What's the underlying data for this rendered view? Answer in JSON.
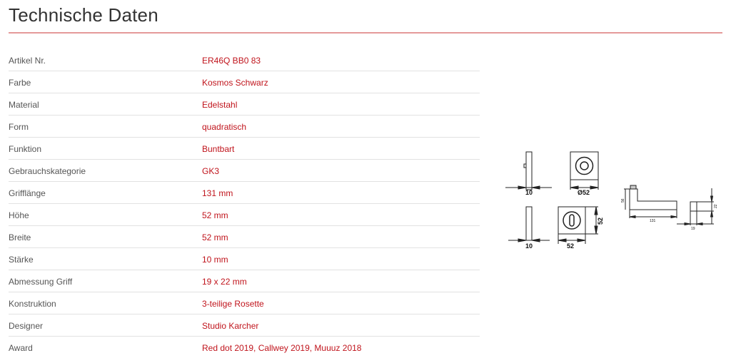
{
  "header": {
    "title": "Technische Daten"
  },
  "specs": [
    {
      "label": "Artikel Nr.",
      "value": "ER46Q BB0 83"
    },
    {
      "label": "Farbe",
      "value": "Kosmos Schwarz"
    },
    {
      "label": "Material",
      "value": "Edelstahl"
    },
    {
      "label": "Form",
      "value": "quadratisch"
    },
    {
      "label": "Funktion",
      "value": "Buntbart"
    },
    {
      "label": "Gebrauchskategorie",
      "value": "GK3"
    },
    {
      "label": "Grifflänge",
      "value": "131 mm"
    },
    {
      "label": "Höhe",
      "value": "52 mm"
    },
    {
      "label": "Breite",
      "value": "52 mm"
    },
    {
      "label": "Stärke",
      "value": "10 mm"
    },
    {
      "label": "Abmessung Griff",
      "value": "19 x 22 mm"
    },
    {
      "label": "Konstruktion",
      "value": "3-teilige Rosette"
    },
    {
      "label": "Designer",
      "value": "Studio Karcher"
    },
    {
      "label": "Award",
      "value": "Red dot 2019, Callwey 2019, Muuuz 2018"
    }
  ],
  "drawing": {
    "rose_thickness_top": "10",
    "rose_diameter": "Ø52",
    "rose_thickness_bottom": "10",
    "key_rose_width": "52",
    "key_rose_height": "52",
    "handle_height": "56",
    "handle_length": "131",
    "grip_height": "22",
    "grip_width": "19"
  },
  "colors": {
    "accent": "#c0141c",
    "rule": "#e59a9a"
  }
}
